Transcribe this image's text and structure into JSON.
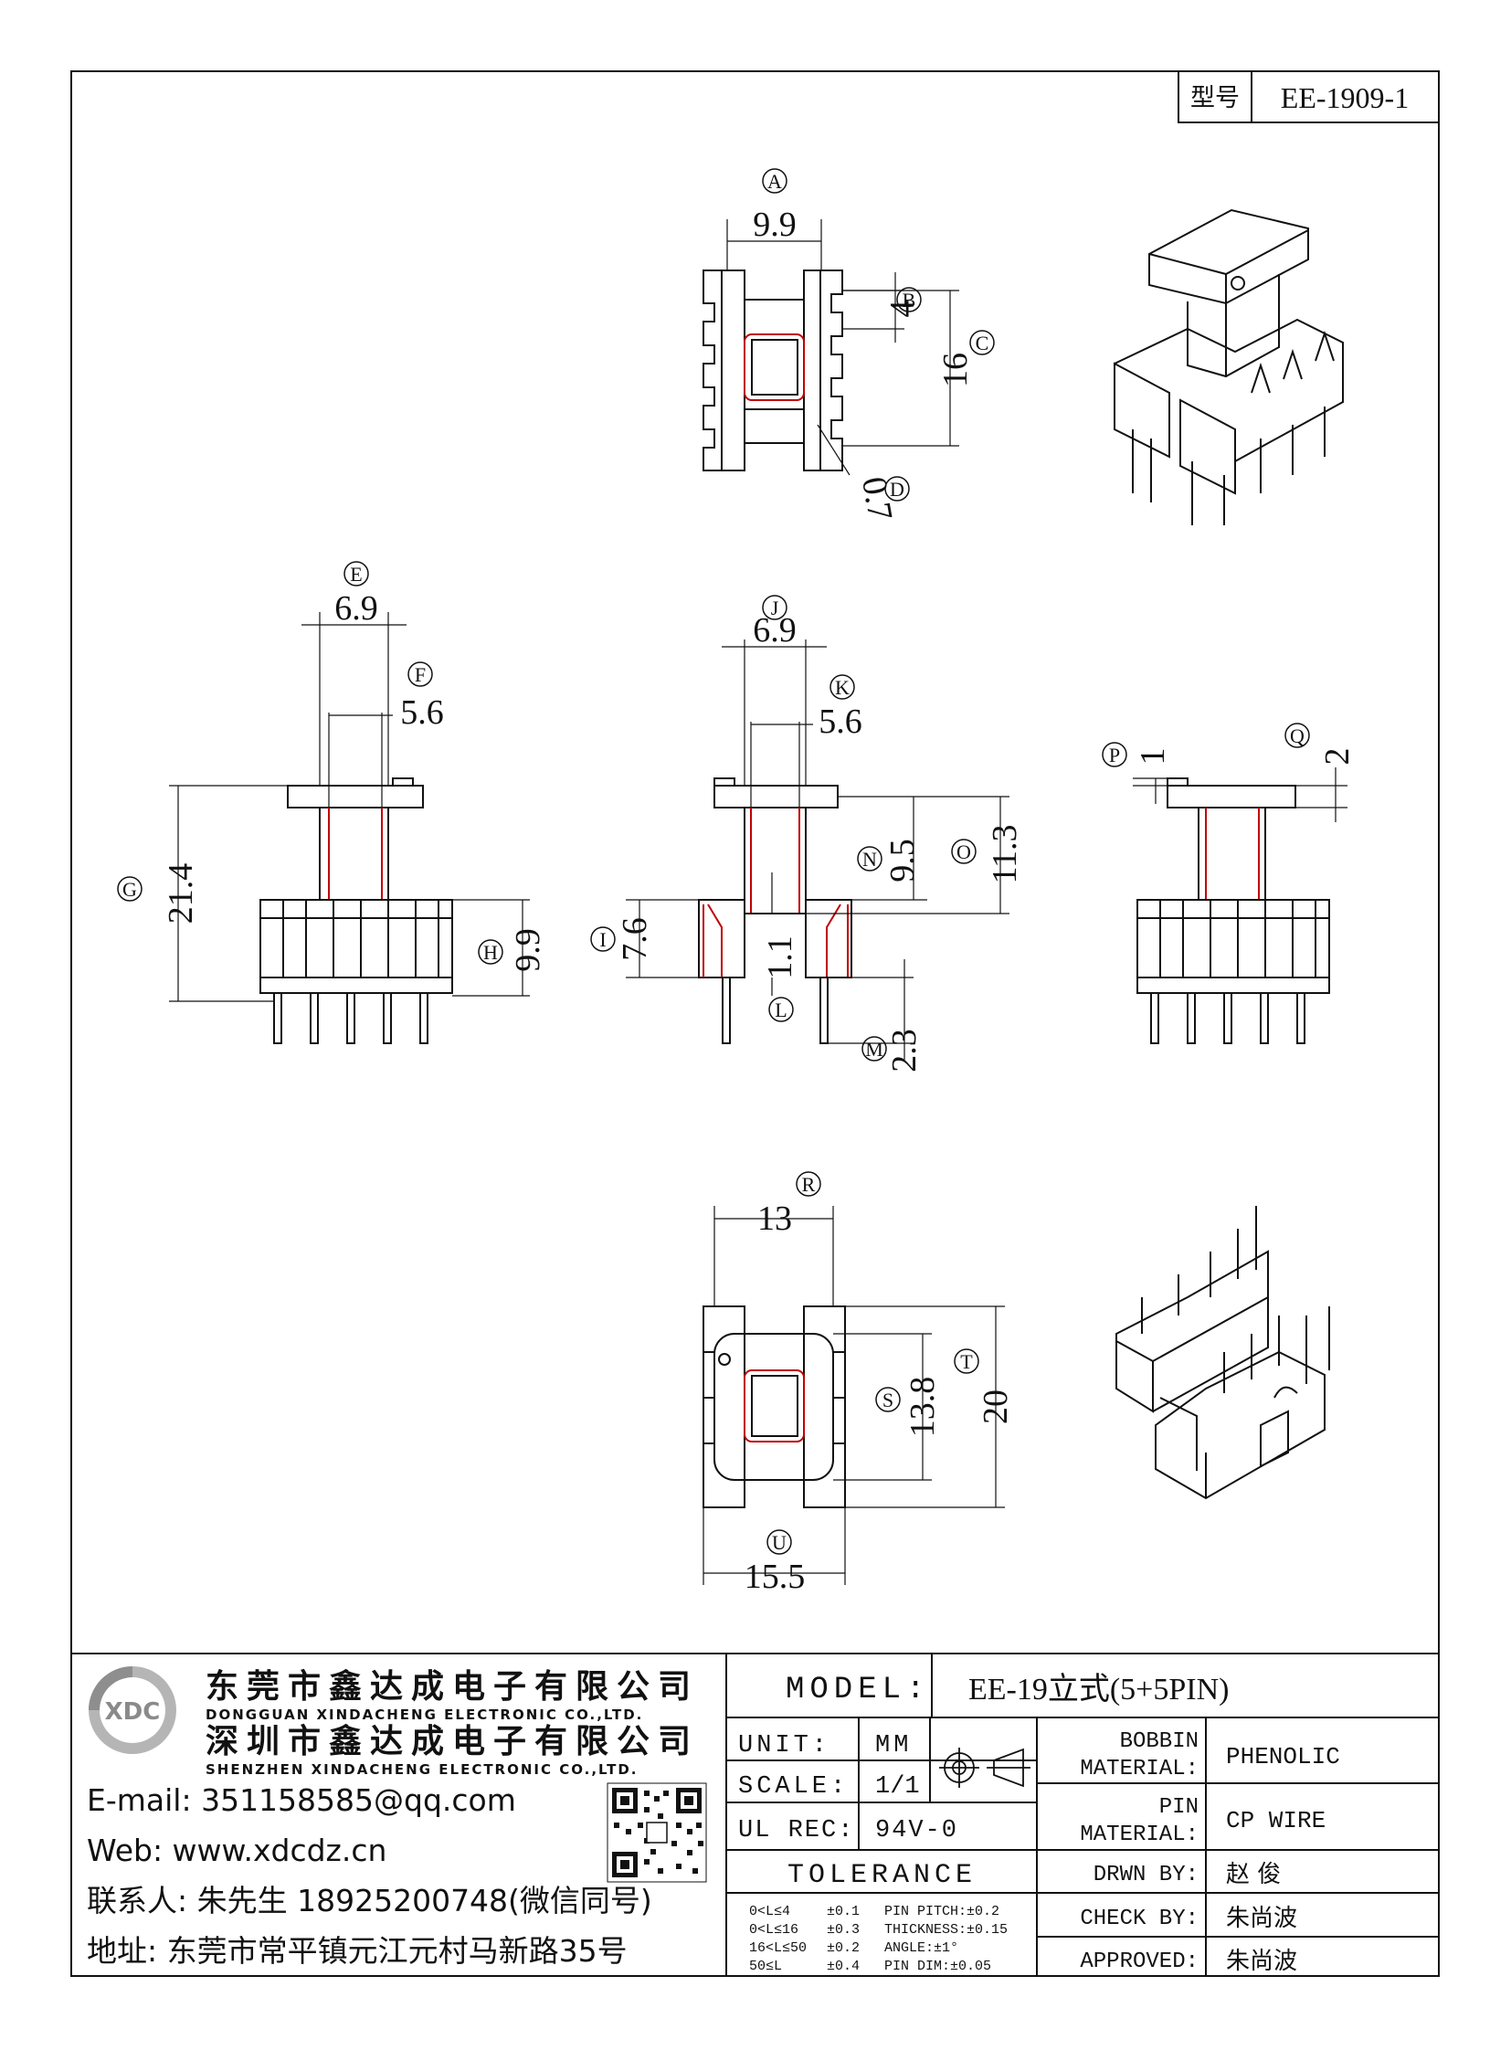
{
  "header": {
    "model_label": "型号",
    "model_value": "EE-1909-1"
  },
  "views": {
    "top": {
      "A": "9.9",
      "B": "4",
      "C": "16",
      "D": "0.7"
    },
    "left": {
      "E": "6.9",
      "F": "5.6",
      "G": "21.4",
      "H": "9.9"
    },
    "middle": {
      "J": "6.9",
      "K": "5.6",
      "N": "9.5",
      "O": "11.3",
      "I": "7.6",
      "L": "1.1",
      "M": "2.3"
    },
    "right": {
      "P": "1",
      "Q": "2"
    },
    "bottom": {
      "R": "13",
      "S": "13.8",
      "T": "20",
      "U": "15.5"
    },
    "letters": [
      "A",
      "B",
      "C",
      "D",
      "E",
      "F",
      "G",
      "H",
      "I",
      "J",
      "K",
      "L",
      "M",
      "N",
      "O",
      "P",
      "Q",
      "R",
      "S",
      "T",
      "U"
    ]
  },
  "company": {
    "name_1": "东莞市鑫达成电子有限公司",
    "name_1_en": "DONGGUAN XINDACHENG ELECTRONIC CO.,LTD.",
    "name_2": "深圳市鑫达成电子有限公司",
    "name_2_en": "SHENZHEN XINDACHENG ELECTRONIC CO.,LTD.",
    "logo_text": "XDC",
    "email": "E-mail:  351158585@qq.com",
    "web": "Web:  www.xdcdz.cn",
    "contact": "联系人: 朱先生 18925200748(微信同号)",
    "address": "地址: 东莞市常平镇元江元村马新路35号"
  },
  "title_block": {
    "model_label": "MODEL:",
    "model_value": "EE-19立式(5+5PIN)",
    "unit_label": "UNIT:",
    "unit_value": "MM",
    "scale_label": "SCALE:",
    "scale_value": "1/1",
    "ul_label": "UL REC:",
    "ul_value": "94V-0",
    "tolerance_label": "TOLERANCE",
    "tol_rows": [
      [
        "0<L≤4",
        "±0.1",
        "PIN PITCH:±0.2"
      ],
      [
        "0<L≤16",
        "±0.3",
        "THICKNESS:±0.15"
      ],
      [
        "16<L≤50",
        "±0.2",
        "ANGLE:±1°"
      ],
      [
        "50≤L",
        "±0.4",
        "PIN DIM:±0.05"
      ]
    ],
    "bobbin_label_1": "BOBBIN",
    "bobbin_label_2": "MATERIAL:",
    "bobbin_value": "PHENOLIC",
    "pin_label_1": "PIN",
    "pin_label_2": "MATERIAL:",
    "pin_value": "CP WIRE",
    "drawn_label": "DRWN BY:",
    "drawn_value": "赵 俊",
    "check_label": "CHECK BY:",
    "check_value": "朱尚波",
    "approved_label": "APPROVED:",
    "approved_value": "朱尚波"
  }
}
